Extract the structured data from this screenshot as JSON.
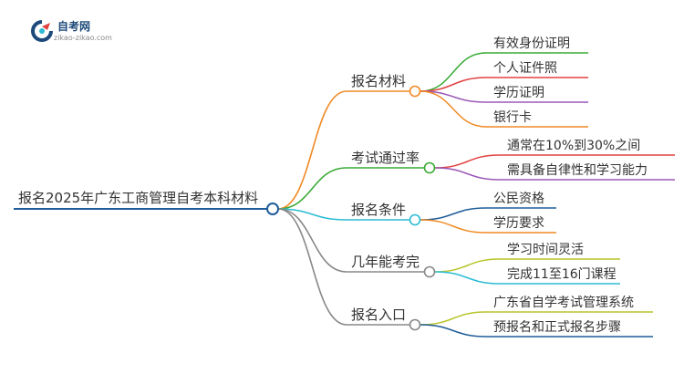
{
  "logo": {
    "title": "自考网",
    "subtitle": "zikao-zikao.com"
  },
  "root": {
    "label": "报名2025年广东工商管理自考本科材料",
    "color": "#1f5d99"
  },
  "branches": [
    {
      "label": "报名材料",
      "color": "#f08a24",
      "children": [
        {
          "label": "有效身份证明",
          "color": "#3aaa35"
        },
        {
          "label": "个人证件照",
          "color": "#e0413f"
        },
        {
          "label": "学历证明",
          "color": "#9b59b6"
        },
        {
          "label": "银行卡",
          "color": "#f08a24"
        }
      ]
    },
    {
      "label": "考试通过率",
      "color": "#3aaa35",
      "children": [
        {
          "label": "通常在10%到30%之间",
          "color": "#e0413f"
        },
        {
          "label": "需具备自律性和学习能力",
          "color": "#9b59b6"
        }
      ]
    },
    {
      "label": "报名条件",
      "color": "#2bbcd4",
      "children": [
        {
          "label": "公民资格",
          "color": "#1f5d99"
        },
        {
          "label": "学历要求",
          "color": "#f08a24"
        }
      ]
    },
    {
      "label": "几年能考完",
      "color": "#888888",
      "children": [
        {
          "label": "学习时间灵活",
          "color": "#b8c429"
        },
        {
          "label": "完成11至16门课程",
          "color": "#2bbcd4"
        }
      ]
    },
    {
      "label": "报名入口",
      "color": "#888888",
      "children": [
        {
          "label": "广东省自学考试管理系统",
          "color": "#b8c429"
        },
        {
          "label": "预报名和正式报名步骤",
          "color": "#1f5d99"
        }
      ]
    }
  ]
}
